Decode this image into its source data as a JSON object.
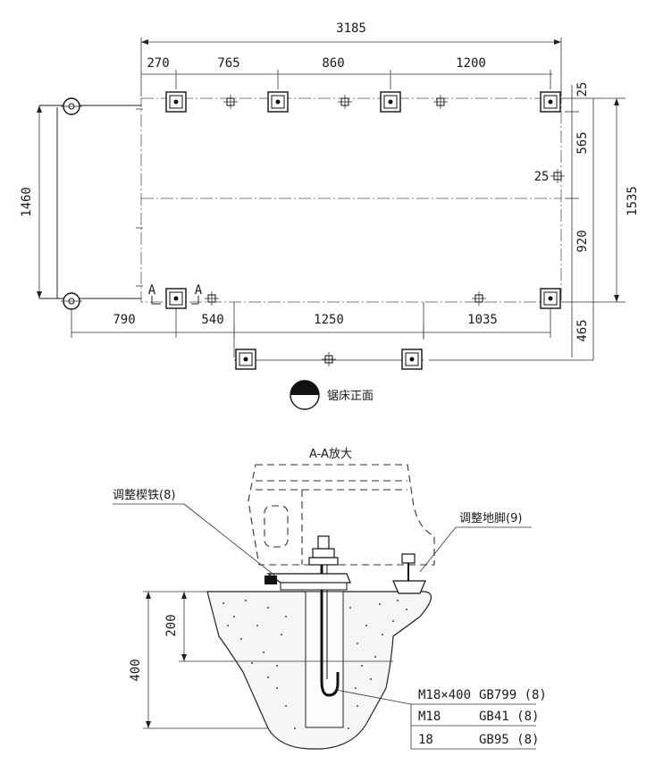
{
  "top_view": {
    "overall_length": "3185",
    "spacing_top": [
      "270",
      "765",
      "860",
      "1200"
    ],
    "spacing_bottom": [
      "790",
      "540",
      "1250",
      "1035"
    ],
    "right_dims": [
      "25",
      "565",
      "920",
      "465"
    ],
    "overall_width": "1535",
    "left_dim": "1460",
    "inner_offset": "25",
    "section_marker": "A",
    "view_label": "锯床正面"
  },
  "section_view": {
    "title": "A-A放大",
    "label_wedge": "调整楔铁(8)",
    "label_foot": "调整地脚(9)",
    "depth_total": "400",
    "depth_upper": "200",
    "parts": [
      {
        "spec": "M18×400",
        "std": "GB799 (8)"
      },
      {
        "spec": "M18",
        "std": "GB41 (8)"
      },
      {
        "spec": "18",
        "std": "GB95 (8)"
      }
    ]
  }
}
